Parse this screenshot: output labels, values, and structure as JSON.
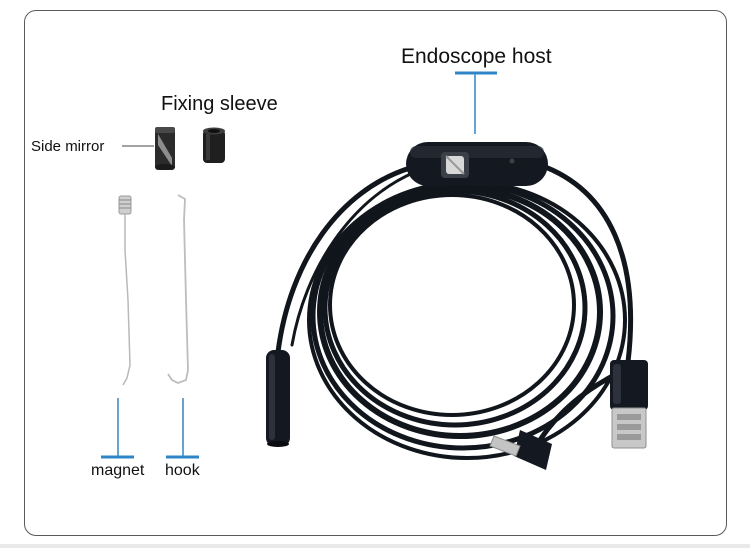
{
  "labels": {
    "endoscope_host": "Endoscope host",
    "fixing_sleeve": "Fixing sleeve",
    "side_mirror": "Side mirror",
    "magnet": "magnet",
    "hook": "hook"
  },
  "colors": {
    "accent": "#2e86c8",
    "cable": "#11151c",
    "frame": "#5a5a5a"
  }
}
